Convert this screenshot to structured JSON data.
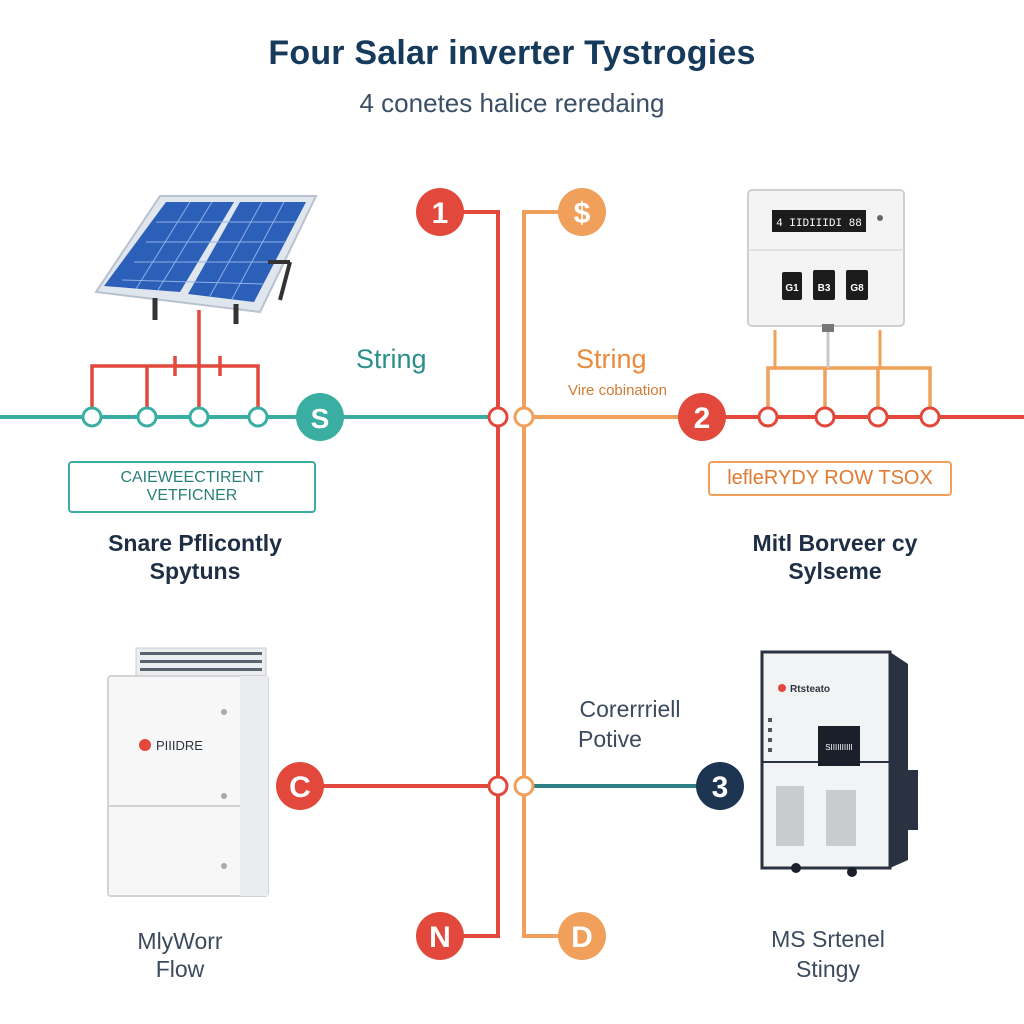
{
  "title": "Four Salar inverter Tystrogies",
  "subtitle": "4 conetes halice reredaing",
  "colors": {
    "red": "#e2483b",
    "orange": "#f0a05a",
    "teal": "#3aaea2",
    "navy": "#1e3552"
  },
  "badges": {
    "b1": "1",
    "b_dollar": "$",
    "b_s": "S",
    "b2": "2",
    "b_c": "C",
    "b3": "3",
    "b_n": "N",
    "b_d": "D"
  },
  "labels": {
    "string_left": "String",
    "string_right": "String",
    "vire_combination": "Vire cobination",
    "left_box": "CAIEWEECTIRENT VETFICNER",
    "right_box": "lefleRYDY ROW TSOX",
    "left_system_1": "Snare Pflicontly",
    "left_system_2": "Spytuns",
    "right_system_1": "Mitl Borveer cy",
    "right_system_2": "Sylseme",
    "center_lower_1": "Corerrriell",
    "center_lower_2": "Potive",
    "bottom_left_1": "MlyWorr",
    "bottom_left_2": "Flow",
    "bottom_right_1": "MS Srtenel",
    "bottom_right_2": "Stingy"
  },
  "devices": {
    "meter_display": "4 IIDIIIDI 88",
    "meter_buttons": [
      "G1",
      "B3",
      "G8"
    ],
    "battery_brand": "PIIIDRE",
    "inverter_brand": "Rtsteato",
    "inverter_display": "SIIIIIIIIII"
  }
}
